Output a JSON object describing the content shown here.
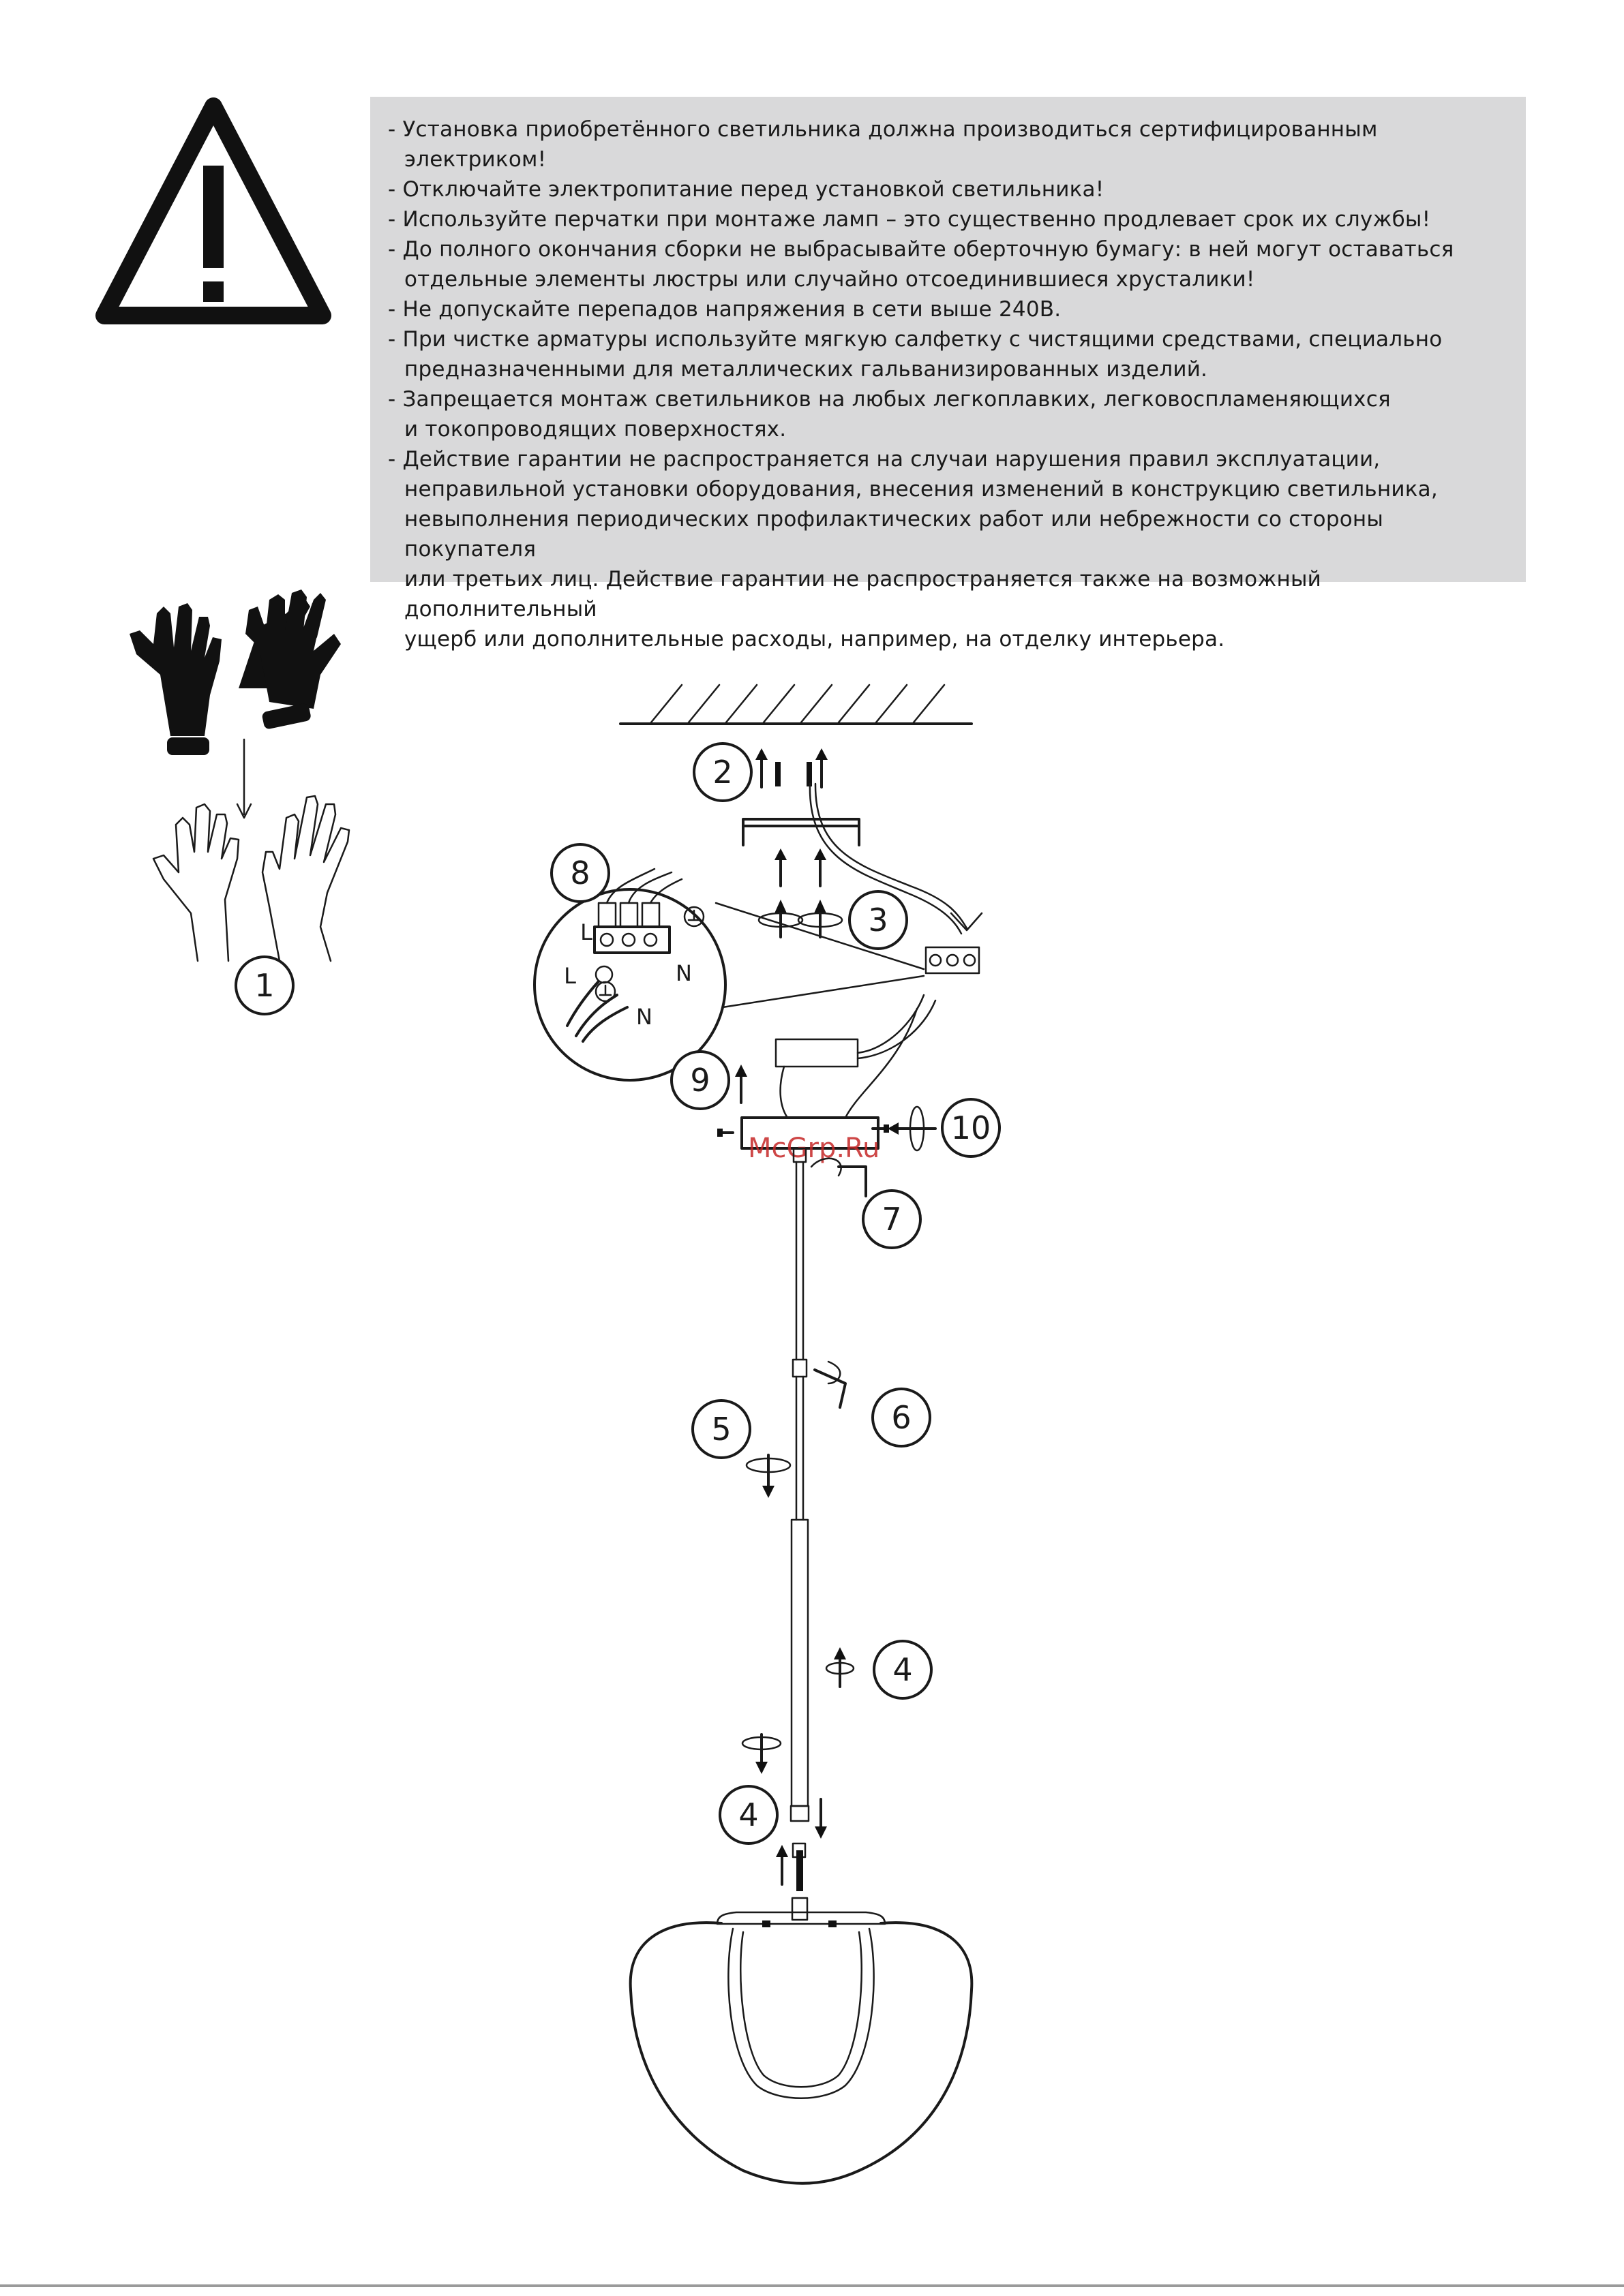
{
  "warnings": [
    "- Установка приобретённого светильника должна производиться сертифицированным электриком!",
    "- Отключайте электропитание перед установкой светильника!",
    "- Используйте перчатки при монтаже ламп – это существенно продлевает срок их службы!",
    "- До полного окончания сборки не выбрасывайте оберточную бумагу: в ней могут оставаться\nотдельные элементы люстры или случайно отсоединившиеся хрусталики!",
    "- Не допускайте перепадов напряжения в сети выше 240В.",
    "- При чистке арматуры используйте мягкую салфетку с чистящими средствами, специально\nпредназначенными для металлических гальванизированных изделий.",
    "- Запрещается монтаж светильников на любых легкоплавких, легковоспламеняющихся\nи токопроводящих поверхностях.",
    "- Действие гарантии не распространяется на случаи нарушения правил эксплуатации,\nнеправильной установки оборудования, внесения изменений в конструкцию светильника,\nневыполнения периодических профилактических работ или небрежности со стороны покупателя\nили третьих лиц. Действие гарантии не распространяется также на возможный дополнительный\nущерб или дополнительные расходы, например, на отделку интерьера."
  ],
  "steps": {
    "s1": "1",
    "s2": "2",
    "s3": "3",
    "s4a": "4",
    "s4b": "4",
    "s5": "5",
    "s6": "6",
    "s7": "7",
    "s8": "8",
    "s9": "9",
    "s10": "10"
  },
  "terminal_labels": {
    "l_top": "L",
    "n_top": "N",
    "l_wire": "L",
    "n_wire": "N"
  },
  "watermark": "McGrp.Ru",
  "icons": [
    "warning-triangle-icon",
    "gloves-icon",
    "bare-hands-icon"
  ],
  "colors": {
    "notice_background": "#d9d9da",
    "line": "#1a1a1a",
    "watermark": "#c62828"
  }
}
